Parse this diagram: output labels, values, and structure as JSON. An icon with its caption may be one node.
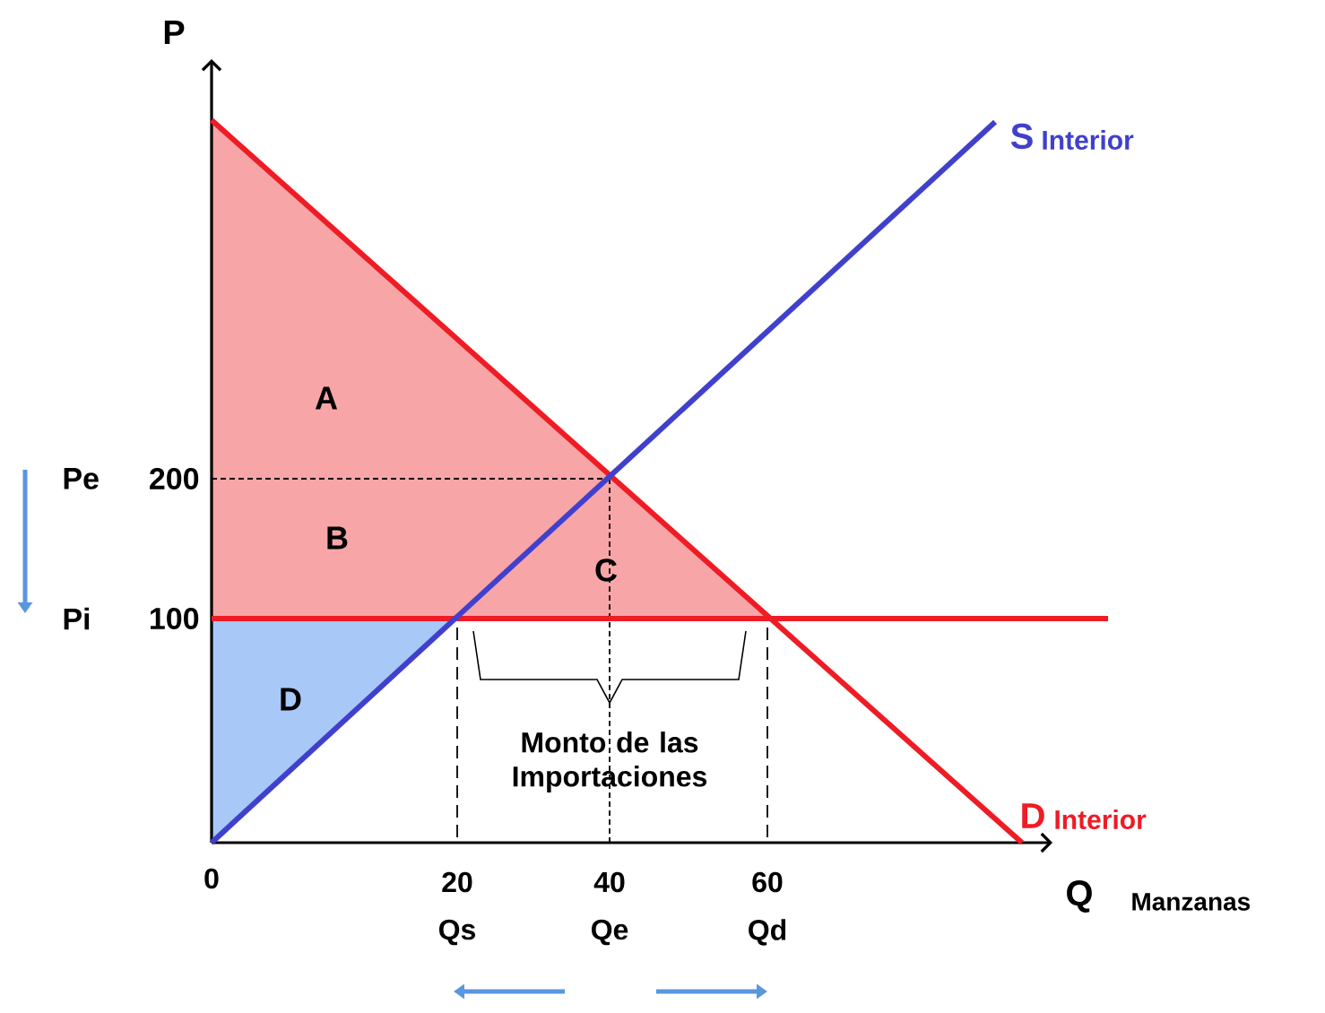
{
  "diagram": {
    "labels": [
      "P",
      "S",
      "Interior",
      "A",
      "Pe",
      "200",
      "B",
      "C",
      "Pi",
      "100",
      "D",
      "Monto de las Importaciones",
      "D",
      "Interior",
      "0",
      "20",
      "40",
      "60",
      "Q",
      "Manzanas",
      "Qs",
      "Qe",
      "Qd"
    ]
  }
}
